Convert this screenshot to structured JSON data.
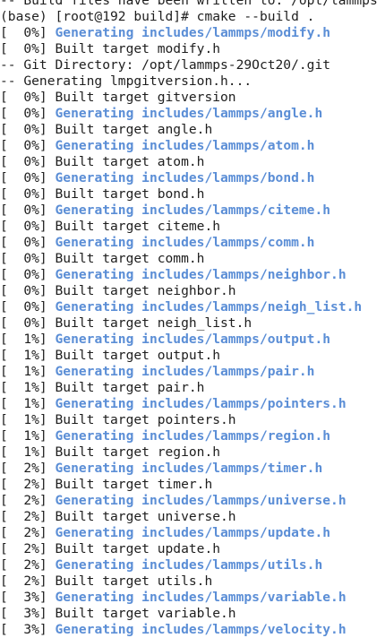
{
  "terminal": {
    "lines": [
      {
        "text": "-- Build files have been written to: /opt/lammps",
        "kind": "plain"
      },
      {
        "text": "(base) [root@192 build]# cmake --build .",
        "kind": "plain"
      },
      {
        "prefix": "[  0%] ",
        "text": "Generating includes/lammps/modify.h",
        "kind": "generating"
      },
      {
        "prefix": "[  0%] ",
        "text": "Built target modify.h",
        "kind": "built"
      },
      {
        "text": "-- Git Directory: /opt/lammps-29Oct20/.git",
        "kind": "plain"
      },
      {
        "text": "-- Generating lmpgitversion.h...",
        "kind": "plain"
      },
      {
        "prefix": "[  0%] ",
        "text": "Built target gitversion",
        "kind": "built"
      },
      {
        "prefix": "[  0%] ",
        "text": "Generating includes/lammps/angle.h",
        "kind": "generating"
      },
      {
        "prefix": "[  0%] ",
        "text": "Built target angle.h",
        "kind": "built"
      },
      {
        "prefix": "[  0%] ",
        "text": "Generating includes/lammps/atom.h",
        "kind": "generating"
      },
      {
        "prefix": "[  0%] ",
        "text": "Built target atom.h",
        "kind": "built"
      },
      {
        "prefix": "[  0%] ",
        "text": "Generating includes/lammps/bond.h",
        "kind": "generating"
      },
      {
        "prefix": "[  0%] ",
        "text": "Built target bond.h",
        "kind": "built"
      },
      {
        "prefix": "[  0%] ",
        "text": "Generating includes/lammps/citeme.h",
        "kind": "generating"
      },
      {
        "prefix": "[  0%] ",
        "text": "Built target citeme.h",
        "kind": "built"
      },
      {
        "prefix": "[  0%] ",
        "text": "Generating includes/lammps/comm.h",
        "kind": "generating"
      },
      {
        "prefix": "[  0%] ",
        "text": "Built target comm.h",
        "kind": "built"
      },
      {
        "prefix": "[  0%] ",
        "text": "Generating includes/lammps/neighbor.h",
        "kind": "generating"
      },
      {
        "prefix": "[  0%] ",
        "text": "Built target neighbor.h",
        "kind": "built"
      },
      {
        "prefix": "[  0%] ",
        "text": "Generating includes/lammps/neigh_list.h",
        "kind": "generating"
      },
      {
        "prefix": "[  0%] ",
        "text": "Built target neigh_list.h",
        "kind": "built"
      },
      {
        "prefix": "[  1%] ",
        "text": "Generating includes/lammps/output.h",
        "kind": "generating"
      },
      {
        "prefix": "[  1%] ",
        "text": "Built target output.h",
        "kind": "built"
      },
      {
        "prefix": "[  1%] ",
        "text": "Generating includes/lammps/pair.h",
        "kind": "generating"
      },
      {
        "prefix": "[  1%] ",
        "text": "Built target pair.h",
        "kind": "built"
      },
      {
        "prefix": "[  1%] ",
        "text": "Generating includes/lammps/pointers.h",
        "kind": "generating"
      },
      {
        "prefix": "[  1%] ",
        "text": "Built target pointers.h",
        "kind": "built"
      },
      {
        "prefix": "[  1%] ",
        "text": "Generating includes/lammps/region.h",
        "kind": "generating"
      },
      {
        "prefix": "[  1%] ",
        "text": "Built target region.h",
        "kind": "built"
      },
      {
        "prefix": "[  2%] ",
        "text": "Generating includes/lammps/timer.h",
        "kind": "generating"
      },
      {
        "prefix": "[  2%] ",
        "text": "Built target timer.h",
        "kind": "built"
      },
      {
        "prefix": "[  2%] ",
        "text": "Generating includes/lammps/universe.h",
        "kind": "generating"
      },
      {
        "prefix": "[  2%] ",
        "text": "Built target universe.h",
        "kind": "built"
      },
      {
        "prefix": "[  2%] ",
        "text": "Generating includes/lammps/update.h",
        "kind": "generating"
      },
      {
        "prefix": "[  2%] ",
        "text": "Built target update.h",
        "kind": "built"
      },
      {
        "prefix": "[  2%] ",
        "text": "Generating includes/lammps/utils.h",
        "kind": "generating"
      },
      {
        "prefix": "[  2%] ",
        "text": "Built target utils.h",
        "kind": "built"
      },
      {
        "prefix": "[  3%] ",
        "text": "Generating includes/lammps/variable.h",
        "kind": "generating"
      },
      {
        "prefix": "[  3%] ",
        "text": "Built target variable.h",
        "kind": "built"
      },
      {
        "prefix": "[  3%] ",
        "text": "Generating includes/lammps/velocity.h",
        "kind": "generating"
      }
    ],
    "colors": {
      "background": "#ffffff",
      "text": "#1e1e1e",
      "generating": "#5b8ed6"
    }
  }
}
